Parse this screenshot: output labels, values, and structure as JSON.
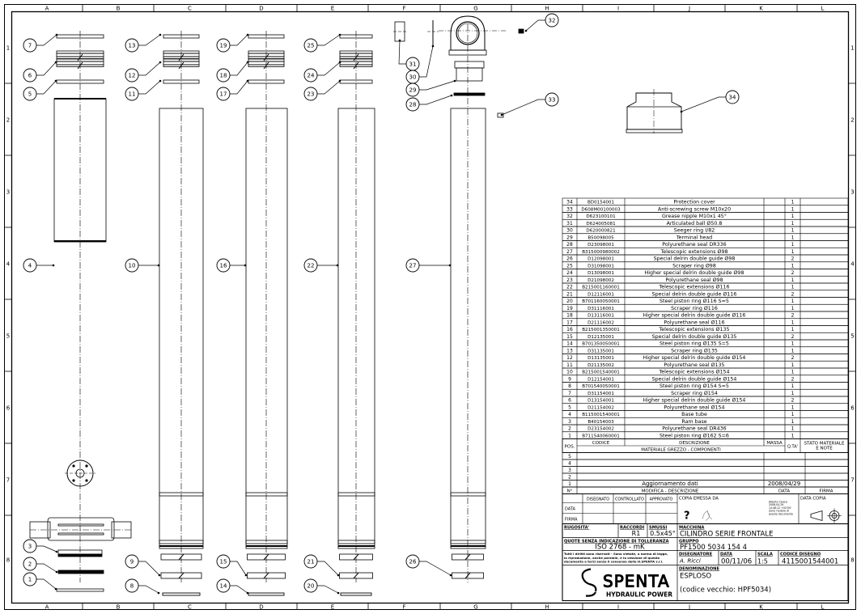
{
  "frame": {
    "columns": [
      "A",
      "B",
      "C",
      "D",
      "E",
      "F",
      "G",
      "H",
      "I",
      "J",
      "K",
      "L"
    ],
    "rows": [
      "1",
      "2",
      "3",
      "4",
      "5",
      "6",
      "7",
      "8"
    ]
  },
  "balloons": [
    "1",
    "2",
    "3",
    "4",
    "5",
    "6",
    "7",
    "8",
    "9",
    "10",
    "11",
    "12",
    "13",
    "14",
    "15",
    "16",
    "17",
    "18",
    "19",
    "20",
    "21",
    "22",
    "23",
    "24",
    "25",
    "26",
    "27",
    "28",
    "29",
    "30",
    "31",
    "32",
    "33",
    "34"
  ],
  "bom": {
    "rows": [
      {
        "pos": "34",
        "code": "BD0154001",
        "desc": "Protection cover",
        "qty": "1"
      },
      {
        "pos": "33",
        "code": "D608M00100003",
        "desc": "Anti-screwing screw M10x20",
        "qty": "1"
      },
      {
        "pos": "32",
        "code": "D623100101",
        "desc": "Grease nipple M10x1  45°",
        "qty": "1"
      },
      {
        "pos": "31",
        "code": "D624005081",
        "desc": "Articulated ball Ø50.8",
        "qty": "1"
      },
      {
        "pos": "30",
        "code": "D620000821",
        "desc": "Seeger ring I/82",
        "qty": "1"
      },
      {
        "pos": "29",
        "code": "B50098005",
        "desc": "Terminal head",
        "qty": "1"
      },
      {
        "pos": "28",
        "code": "D23098001",
        "desc": "Polyurethane seal DR336",
        "qty": "1"
      },
      {
        "pos": "27",
        "code": "B315000980002",
        "desc": "Telescopic extensions Ø98",
        "qty": "1"
      },
      {
        "pos": "26",
        "code": "D12098001",
        "desc": "Special delrin double guide Ø98",
        "qty": "2"
      },
      {
        "pos": "25",
        "code": "D31098001",
        "desc": "Scraper ring Ø98",
        "qty": "1"
      },
      {
        "pos": "24",
        "code": "D13098001",
        "desc": "Higher special delrin double guide Ø98",
        "qty": "2"
      },
      {
        "pos": "23",
        "code": "D21098002",
        "desc": "Polyurethane seal Ø98",
        "qty": "1"
      },
      {
        "pos": "22",
        "code": "B215001160001",
        "desc": "Telescopic extensions Ø116",
        "qty": "1"
      },
      {
        "pos": "21",
        "code": "D12116001",
        "desc": "Special delrin double guide Ø116",
        "qty": "2"
      },
      {
        "pos": "20",
        "code": "B701160050001",
        "desc": "Steel piston ring Ø116 S=5",
        "qty": "1"
      },
      {
        "pos": "19",
        "code": "D31116001",
        "desc": "Scraper ring Ø116",
        "qty": "1"
      },
      {
        "pos": "18",
        "code": "D13116001",
        "desc": "Higher special delrin double guide Ø116",
        "qty": "2"
      },
      {
        "pos": "17",
        "code": "D21116002",
        "desc": "Polyurethane seal Ø116",
        "qty": "1"
      },
      {
        "pos": "16",
        "code": "B215001350001",
        "desc": "Telescopic extensions Ø135",
        "qty": "1"
      },
      {
        "pos": "15",
        "code": "D12135001",
        "desc": "Special delrin double guide Ø135",
        "qty": "2"
      },
      {
        "pos": "14",
        "code": "B701350050001",
        "desc": "Steel piston ring Ø135 S=5",
        "qty": "1"
      },
      {
        "pos": "13",
        "code": "D31135001",
        "desc": "Scraper ring Ø135",
        "qty": "1"
      },
      {
        "pos": "12",
        "code": "D13135001",
        "desc": "Higher special delrin double guide Ø154",
        "qty": "2"
      },
      {
        "pos": "11",
        "code": "D21135002",
        "desc": "Polyurethane seal Ø135",
        "qty": "1"
      },
      {
        "pos": "10",
        "code": "B215001540001",
        "desc": "Telescopic extensions Ø154",
        "qty": "1"
      },
      {
        "pos": "9",
        "code": "D12154001",
        "desc": "Special delrin double guide Ø154",
        "qty": "2"
      },
      {
        "pos": "8",
        "code": "B701540050001",
        "desc": "Steel piston ring Ø154 S=5",
        "qty": "1"
      },
      {
        "pos": "7",
        "code": "D31154001",
        "desc": "Scraper ring Ø154",
        "qty": "1"
      },
      {
        "pos": "6",
        "code": "D13154001",
        "desc": "Higher special delrin double guide Ø154",
        "qty": "2"
      },
      {
        "pos": "5",
        "code": "D21154002",
        "desc": "Polyurethane seal Ø154",
        "qty": "1"
      },
      {
        "pos": "4",
        "code": "B115001540001",
        "desc": "Base tube",
        "qty": "1"
      },
      {
        "pos": "3",
        "code": "B40154003",
        "desc": "Ram base",
        "qty": "1"
      },
      {
        "pos": "2",
        "code": "D23154002",
        "desc": "Polyurethane seal DR436",
        "qty": "1"
      },
      {
        "pos": "1",
        "code": "B711540060001",
        "desc": "Steel piston ring Ø162 S=6",
        "qty": "1"
      }
    ],
    "headers": {
      "pos": "POS.",
      "code": "CODICE",
      "desc": "DESCRIZIONE",
      "mass": "MASSA",
      "qty": "Q.TA'",
      "notes_1": "STATO MATERIALE",
      "notes_2": "E NOTE",
      "material": "MATERIALE GREZZO - COMPONENTI"
    }
  },
  "revisions": {
    "rows": [
      {
        "n": "5",
        "desc": "",
        "date": ""
      },
      {
        "n": "4",
        "desc": "",
        "date": ""
      },
      {
        "n": "3",
        "desc": "",
        "date": ""
      },
      {
        "n": "2",
        "desc": "",
        "date": ""
      },
      {
        "n": "1",
        "desc": "Aggiornamento dati",
        "date": "2008/04/29"
      }
    ],
    "headers": {
      "n": "N°",
      "desc": "MODIFICA - DESCRIZIONE",
      "date": "DATA",
      "sign": "FIRMA"
    }
  },
  "approval": {
    "disegnato": "DISEGNATO",
    "controllato": "CONTROLLATO",
    "approvato": "APPROVATO",
    "data": "DATA",
    "firma": "FIRMA",
    "copia_emessa": "COPIA EMESSA DA",
    "data_copia": "DATA COPIA",
    "signature_note": [
      "Alberto Civera",
      "2008.04.29",
      "14:48:12 +02'00'",
      "Sono l'autore di",
      "questo documento"
    ]
  },
  "title_block": {
    "rugosita_label": "RUGOSITA'",
    "raccordi_label": "RACCORDI",
    "raccordi": "R1",
    "smussi_label": "SMUSSI",
    "smussi": "0.5x45°",
    "macchina_label": "MACCHINA",
    "macchina": "CILINDRO SERIE FRONTALE",
    "tolleranza_label": "QUOTE SENZA INDICAZIONE DI TOLLERANZA",
    "tolleranza": "ISO 2768 - mK",
    "gruppo_label": "GRUPPO",
    "gruppo": "PF1500 5034 154 4",
    "rights": [
      "Tutti i diritti sono riservati - Sono vietate, a norma di legge,",
      "la riproduzione, anche parziale, e la cessione di questo",
      "documento a terzi senza il consenso della H.SPENTA s.r.l."
    ],
    "disegnatore_label": "DISEGNATORE",
    "disegnatore": "A. Ricci",
    "data_label": "DATA",
    "data": "00/11/06",
    "scala_label": "SCALA",
    "scala": "1:5",
    "codice_label": "CODICE DISEGNO",
    "codice": "4115001544001",
    "denominazione_label": "DENOMINAZIONE",
    "denominazione": "ESPLOSO",
    "codice_vecchio": "(codice vecchio:  HPF5034)",
    "logo_text": "SPENTA",
    "logo_sub": "HYDRAULIC POWER"
  }
}
